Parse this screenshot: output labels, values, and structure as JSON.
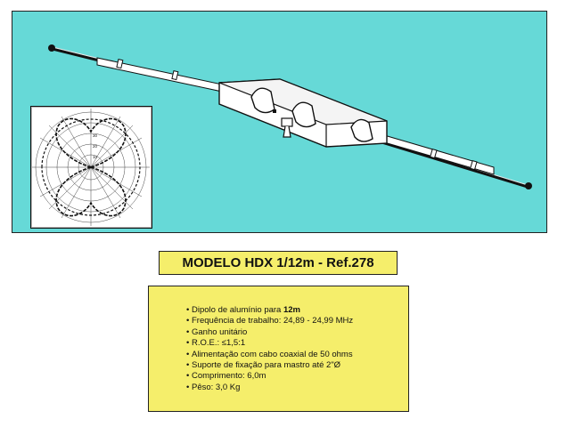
{
  "model_title": "MODELO HDX 1/12m - Ref.278",
  "colors": {
    "hero_background": "#66d9d7",
    "panel_background": "#f5ee6b"
  },
  "diagram": {
    "polar_ring_labels": [
      "10",
      "20",
      "30"
    ]
  },
  "specs": [
    {
      "text": "Dipolo de alumínio para ",
      "highlight": "12m",
      "suffix": ""
    },
    {
      "text": "Frequência de trabalho: 24,89 - 24,99 MHz",
      "highlight": "",
      "suffix": ""
    },
    {
      "text": "Ganho unitário",
      "highlight": "",
      "suffix": ""
    },
    {
      "text": "R.O.E.: ≤1,5:1",
      "highlight": "",
      "suffix": ""
    },
    {
      "text": "Alimentação com cabo coaxial de 50 ohms",
      "highlight": "",
      "suffix": ""
    },
    {
      "text": "Suporte de fixação para mastro até 2\"Ø",
      "highlight": "",
      "suffix": ""
    },
    {
      "text": "Comprimento: 6,0m",
      "highlight": "",
      "suffix": ""
    },
    {
      "text": "Pêso: 3,0 Kg",
      "highlight": "",
      "suffix": ""
    }
  ]
}
